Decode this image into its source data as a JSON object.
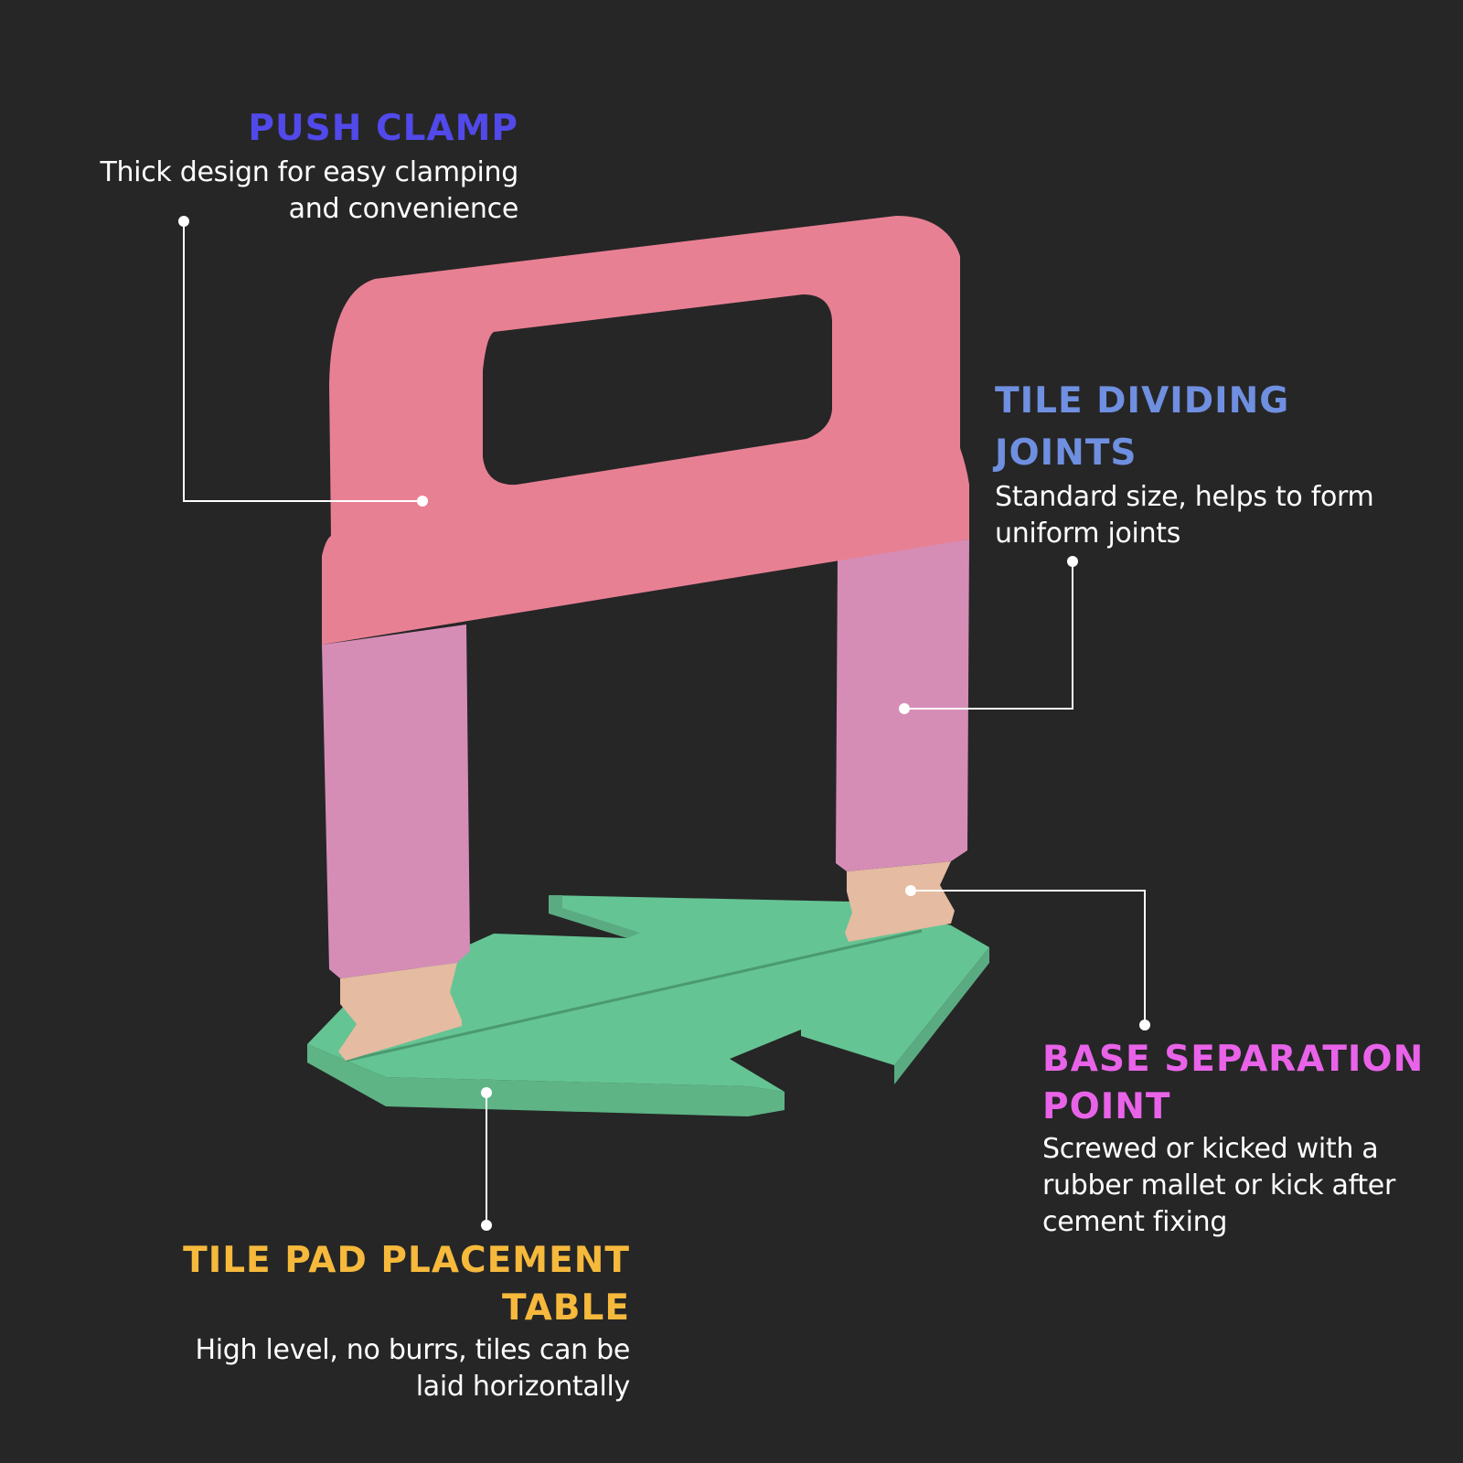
{
  "colors": {
    "background": "#262626",
    "clamp": "#e88094",
    "joints": "#d58db6",
    "base_connector": "#e5bba1",
    "base_plate": "#65c493",
    "base_plate_shade": "#5aab82",
    "leader_line": "#ffffff"
  },
  "callouts": {
    "push_clamp": {
      "title": "PUSH CLAMP",
      "title_color": "#5149ea",
      "desc_line1": "Thick design for easy clamping",
      "desc_line2": "and convenience"
    },
    "tile_dividing_joints": {
      "title_line1": "TILE DIVIDING",
      "title_line2": "JOINTS",
      "title_color": "#6f8fe0",
      "desc_line1": "Standard size, helps to form",
      "desc_line2": "uniform joints"
    },
    "base_separation_point": {
      "title_line1": "BASE SEPARATION",
      "title_line2": "POINT",
      "title_color": "#e963e9",
      "desc_line1": "Screwed or kicked with a",
      "desc_line2": "rubber mallet or kick after",
      "desc_line3": "cement fixing"
    },
    "tile_pad_placement_table": {
      "title_line1": "TILE PAD PLACEMENT",
      "title_line2": "TABLE",
      "title_color": "#f6b93c",
      "desc_line1": "High level, no burrs, tiles can be",
      "desc_line2": "laid horizontally"
    }
  }
}
